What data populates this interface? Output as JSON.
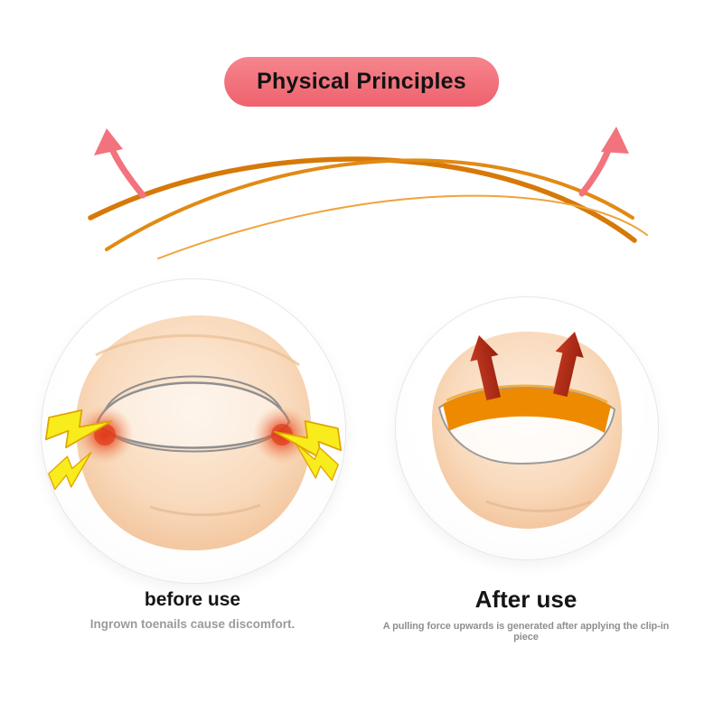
{
  "header": {
    "badge_label": "Physical Principles"
  },
  "before": {
    "title": "before use",
    "subtitle": "Ingrown toenails cause discomfort."
  },
  "after": {
    "title": "After use",
    "subtitle": "A pulling force upwards is generated after applying the clip-in piece"
  },
  "colors": {
    "badge_pink": "#F2717B",
    "arc_orange": "#D97C0C",
    "lift_arrow_pink": "#F2737D",
    "force_arrow_red": "#AE291B",
    "clip_strip_orange": "#EE8A00",
    "pain_bolt_yellow": "#F8EC1C",
    "inflammation_red": "#E03A1F",
    "skin_tone": "#F9DBBE",
    "muted_text": "#9B9B9B"
  }
}
